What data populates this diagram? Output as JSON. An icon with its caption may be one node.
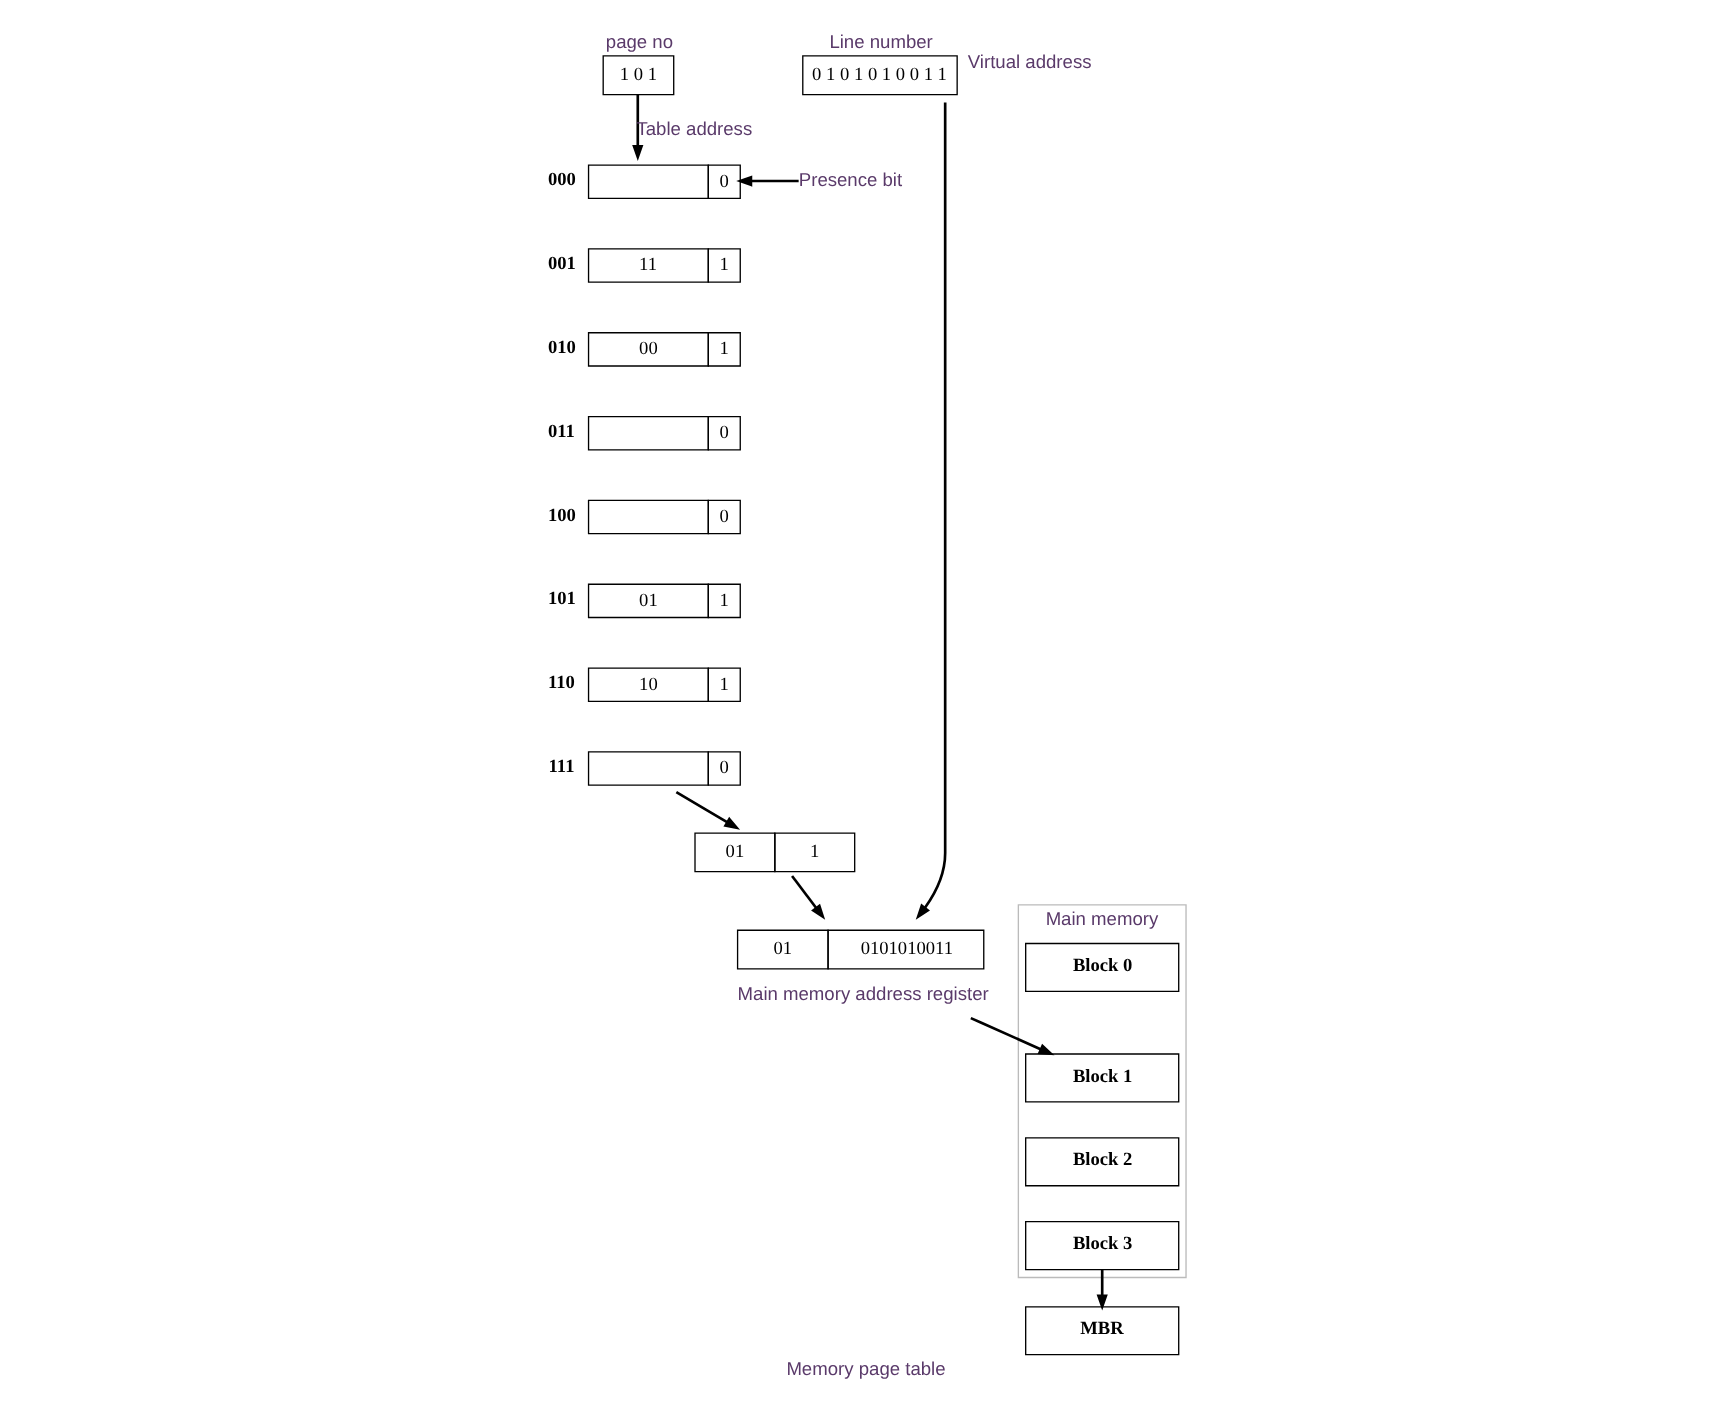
{
  "diagram": {
    "caption": "Memory page table",
    "nodes": [
      {
        "text": [
          "page no",
          "1 0 1"
        ]
      },
      {
        "text": [
          "Line number",
          "0 1 0 1 0 1 0 0 1 1"
        ],
        "beside": [
          "Virtual address"
        ]
      },
      {
        "text": [
          "Presence bit"
        ]
      },
      {
        "text": [
          "0"
        ],
        "beside": [
          "000"
        ]
      },
      {
        "text": [
          "11",
          "1"
        ],
        "beside": [
          "001"
        ]
      },
      {
        "text": [
          "00",
          "1"
        ],
        "beside": [
          "010"
        ]
      },
      {
        "text": [
          "0"
        ],
        "beside": [
          "011"
        ]
      },
      {
        "text": [
          "0"
        ],
        "beside": [
          "100"
        ]
      },
      {
        "text": [
          "01",
          "1"
        ],
        "beside": [
          "101"
        ]
      },
      {
        "text": [
          "10",
          "1"
        ],
        "beside": [
          "110"
        ]
      },
      {
        "text": [
          "0"
        ],
        "beside": [
          "111"
        ]
      },
      {
        "text": [
          "01",
          "1"
        ]
      },
      {
        "text": [
          "01",
          "0101010011"
        ],
        "beside": [
          "Main memory address register"
        ]
      },
      {
        "text": [
          "Main memory"
        ]
      },
      {
        "text": [
          "Block 0"
        ],
        "in": 13
      },
      {
        "text": [
          "Block 1"
        ],
        "in": 13
      },
      {
        "text": [
          "Block 2"
        ],
        "in": 13
      },
      {
        "text": [
          "Block 3"
        ],
        "in": 13
      },
      {
        "text": [
          "MBR"
        ]
      }
    ],
    "edges": [
      {
        "from": 0,
        "to": 3,
        "arrow": "to",
        "label": "Table address"
      },
      {
        "from": 2,
        "to": 3,
        "arrow": "to"
      },
      {
        "from": 10,
        "to": 11,
        "arrow": "to"
      },
      {
        "from": 11,
        "to": 12,
        "arrow": "to"
      },
      {
        "from": 1,
        "to": 12,
        "arrow": "to"
      },
      {
        "from": 12,
        "to": 15,
        "arrow": "to"
      },
      {
        "from": 17,
        "to": 18,
        "arrow": "to"
      }
    ]
  }
}
